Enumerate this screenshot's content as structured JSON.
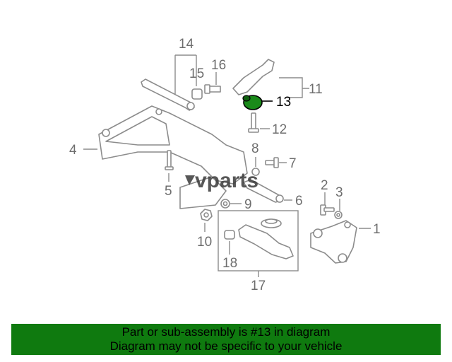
{
  "watermark": "vparts",
  "callouts": [
    "1",
    "2",
    "3",
    "4",
    "5",
    "6",
    "7",
    "8",
    "9",
    "10",
    "11",
    "12",
    "13",
    "14",
    "15",
    "16",
    "17",
    "18"
  ],
  "highlight_callout": "13",
  "colors": {
    "banner_bg": "#0f7a0f",
    "part_stroke": "#8c8c8c",
    "highlight_part": "#1a8a1a"
  },
  "banner": {
    "line1": "Part or sub-assembly is #13 in diagram",
    "line2": "Diagram may not be specific to your vehicle"
  }
}
